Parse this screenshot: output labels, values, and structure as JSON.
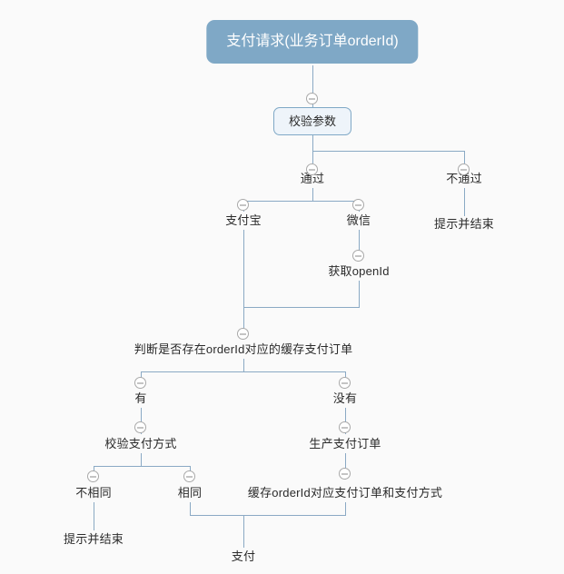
{
  "diagram": {
    "title": "支付请求(业务订单orderId)",
    "background_color": "#fafafa",
    "line_color": "#8aa9c4",
    "root_fill_color": "#7fa8c6",
    "root_text_color": "#ffffff",
    "box_fill_color": "#eef4fa",
    "box_border_color": "#7fa8c6",
    "text_color": "#2b2b2b",
    "toggle_icon_name": "collapse-minus-icon"
  },
  "nodes": {
    "root": "支付请求(业务订单orderId)",
    "validate_params": "校验参数",
    "pass": "通过",
    "fail": "不通过",
    "fail_end": "提示并结束",
    "alipay": "支付宝",
    "wechat": "微信",
    "get_openid": "获取openId",
    "check_cache_order": "判断是否存在orderId对应的缓存支付订单",
    "has": "有",
    "has_not": "没有",
    "validate_pay_method": "校验支付方式",
    "not_same": "不相同",
    "same": "相同",
    "not_same_end": "提示并结束",
    "create_pay_order": "生产支付订单",
    "cache_order": "缓存orderId对应支付订单和支付方式",
    "pay": "支付"
  }
}
